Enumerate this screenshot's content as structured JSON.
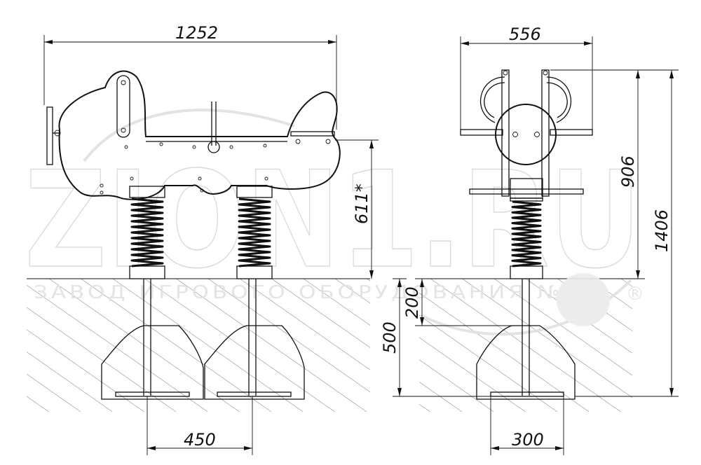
{
  "dimensions": {
    "overall_length": "1252",
    "overall_width": "556",
    "seat_height": "611*",
    "total_above_ground": "906",
    "total_height": "1406",
    "embed_top": "200",
    "embed_depth": "500",
    "spring_spacing": "450",
    "footing_width": "300"
  },
  "watermark": {
    "brand": "ZAVOD IGROVOGO OBORUDOVANIYA",
    "logo": "ZION1.RU",
    "tagline": "ЗАВОД ИГРОВОГО ОБОРУДОВАНИЯ №1",
    "registered": "®"
  },
  "colors": {
    "line": "#111111",
    "watermark": "#d8d8d8"
  }
}
